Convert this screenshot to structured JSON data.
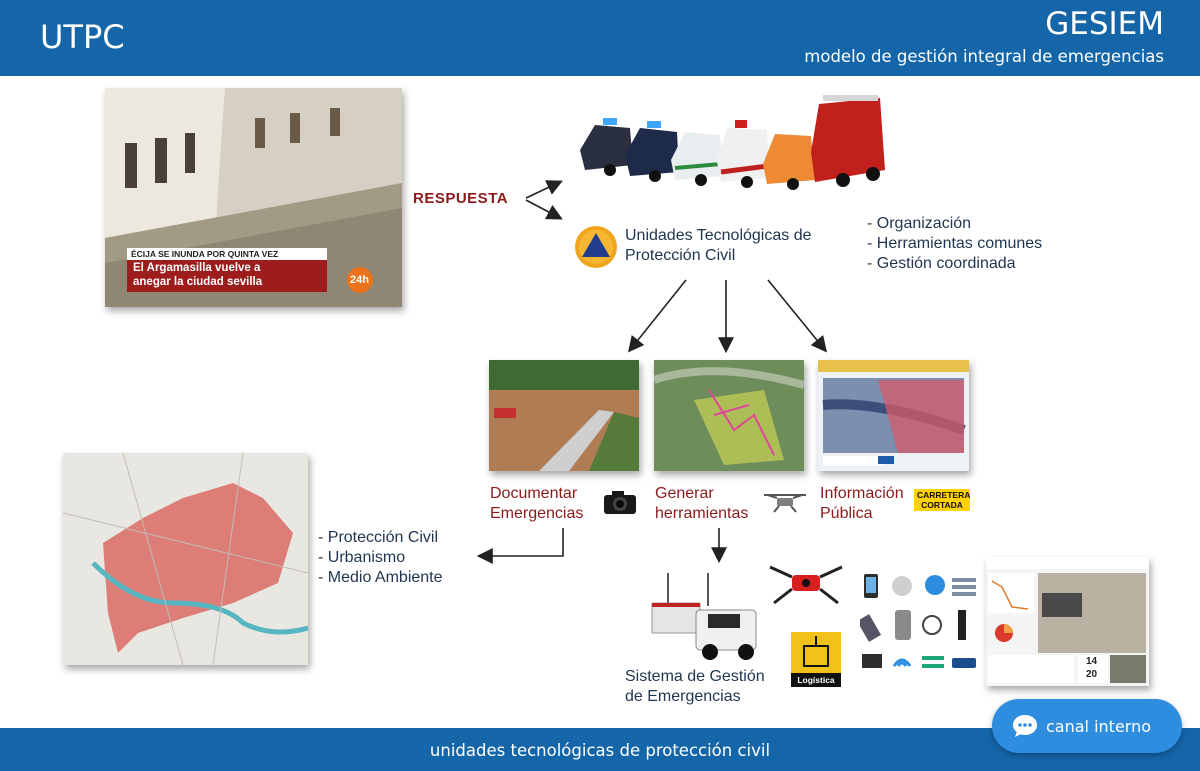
{
  "header": {
    "brand_left": "UTPC",
    "brand_right": "GESIEM",
    "subtitle": "modelo de gestión integral de emergencias"
  },
  "flood_photo": {
    "ticker_top": "ÉCIJA SE INUNDA POR QUINTA VEZ",
    "headline_line1": "El Argamasilla vuelve a",
    "headline_line2": "anegar la ciudad sevilla",
    "channel_logo": "24h"
  },
  "respuesta_label": "RESPUESTA",
  "utpc_unit": {
    "line1": "Unidades Tecnológicas de",
    "line2": "Protección Civil"
  },
  "features": [
    "- Organización",
    "- Herramientas comunes",
    "- Gestión coordinada"
  ],
  "actions": {
    "documentar": {
      "line1": "Documentar",
      "line2": "Emergencias"
    },
    "generar": {
      "line1": "Generar",
      "line2": "herramientas"
    },
    "informacion": {
      "line1": "Información",
      "line2": "Pública"
    }
  },
  "carretera_badge": {
    "line1": "CARRETERA",
    "line2": "CORTADA"
  },
  "areas": [
    "- Protección Civil",
    "- Urbanismo",
    "- Medio Ambiente"
  ],
  "sistema": {
    "line1": "Sistema de Gestión",
    "line2": "de Emergencias"
  },
  "logistica_label": "Logística",
  "dashboard": {
    "stat1": "14",
    "stat2": "20"
  },
  "footer_text": "unidades tecnológicas de protección civil",
  "chat_button": {
    "label": "canal interno"
  },
  "colors": {
    "header": "#1466a8",
    "accent_red": "#8b1b1b",
    "chat": "#2f8de0"
  }
}
